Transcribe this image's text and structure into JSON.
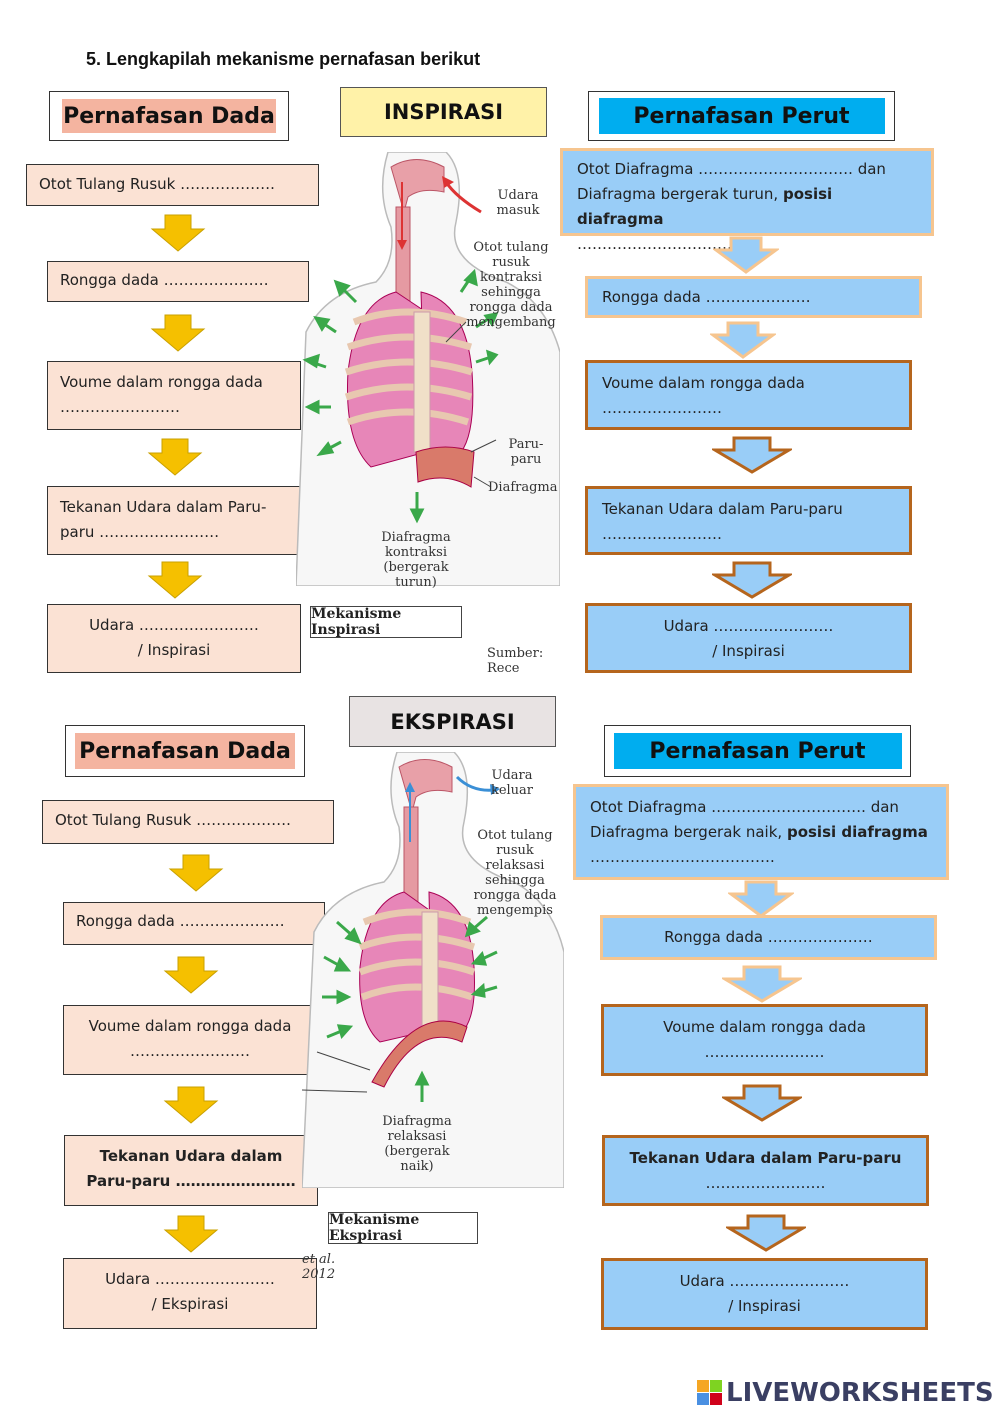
{
  "question": "5. Lengkapilah mekanisme pernafasan berikut",
  "inspirasi": {
    "title": "INSPIRASI",
    "dada_title": "Pernafasan Dada",
    "perut_title": "Pernafasan Perut",
    "dada_boxes": [
      "Otot Tulang Rusuk ……………….",
      "Rongga dada …………………",
      "Voume dalam rongga dada",
      "……………………",
      "Tekanan Udara dalam Paru-",
      "paru ……………………",
      "Udara   ……………………",
      "/ Inspirasi"
    ],
    "perut_boxes": {
      "b1_l1a": "Otot  Diafragma  …………………………. dan",
      "b1_l2a": "Diafragma bergerak turun, ",
      "b1_l2b": "posisi diafragma",
      "b1_l3": "……………………………….",
      "b2": "Rongga dada …………………",
      "b3_l1": "Voume dalam rongga dada",
      "b3_l2": "……………………",
      "b4_l1": "Tekanan Udara dalam Paru-paru",
      "b4_l2": "……………………",
      "b5_l1": "Udara   ……………………",
      "b5_l2": "/ Inspirasi"
    },
    "illus_labels": {
      "udara": "Udara masuk",
      "otot": "Otot tulang rusuk kontraksi sehingga rongga dada mengembang",
      "paru": "Paru-paru",
      "diafragma": "Diafragma",
      "diafragma_kontraksi": "Diafragma kontraksi (bergerak turun)",
      "sumber": "Sumber: Rece"
    },
    "caption": "Mekanisme Inspirasi"
  },
  "ekspirasi": {
    "title": "EKSPIRASI",
    "dada_title": "Pernafasan Dada",
    "perut_title": "Pernafasan Perut",
    "dada_boxes": {
      "b1": "Otot Tulang Rusuk ……………….",
      "b2": "Rongga dada …………………",
      "b3_l1": "Voume dalam rongga dada",
      "b3_l2": "……………………",
      "b4_l1": "Tekanan Udara dalam",
      "b4_l2": "Paru-paru ……………………",
      "b5_l1": "Udara   ……………………",
      "b5_l2": "/ Ekspirasi"
    },
    "perut_boxes": {
      "b1_l1": "Otot  Diafragma  …………………………. dan",
      "b1_l2a": "Diafragma bergerak naik, ",
      "b1_l2b": "posisi diafragma",
      "b1_l3": "……………………………….",
      "b2": "Rongga dada …………………",
      "b3_l1": "Voume dalam rongga dada",
      "b3_l2": "……………………",
      "b4_l1": "Tekanan Udara dalam Paru-paru",
      "b4_l2": "……………………",
      "b5_l1": "Udara   ……………………",
      "b5_l2": "/ Inspirasi"
    },
    "illus_labels": {
      "udara": "Udara keluar",
      "otot": "Otot tulang rusuk relaksasi sehingga rongga dada mengempis",
      "diafragma_relaksasi": "Diafragma relaksasi (bergerak naik)",
      "sumber": "et al. 2012"
    },
    "caption": "Mekanisme Ekspirasi"
  },
  "logo": "LIVEWORKSHEETS",
  "colors": {
    "peach": "#fbe2d4",
    "title_peach": "#f4b4a0",
    "sky": "#99cdf7",
    "cyan_title": "#00adef",
    "yellow_title": "#fff2a8",
    "gold_arrow": "#f5c000",
    "orange_border": "#b5651d"
  }
}
